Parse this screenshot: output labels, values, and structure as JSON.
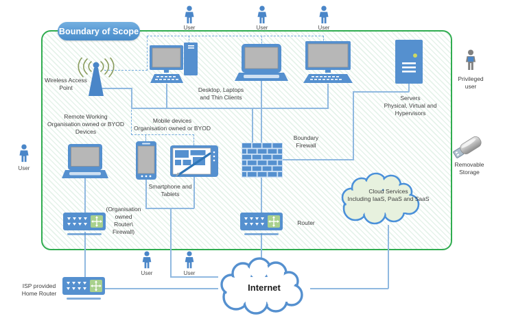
{
  "colors": {
    "boundary_green": "#2fac4f",
    "device_blue": "#5590cf",
    "person_blue": "#4a86c8",
    "connector_blue": "#8fb8e0",
    "dashed_blue": "#72a9dc",
    "cloud_services_fill": "#e7f1de",
    "cloud_stroke": "#4a90d9",
    "router_led_green": "#a9d18e",
    "screen_gray": "#b7b7b7"
  },
  "badge": {
    "label": "Boundary of Scope"
  },
  "labels": {
    "wap": "Wireless Access\nPoint",
    "desktops": "Desktop, Laptops\nand Thin Clients",
    "remote_working": "Remote Working\nOrganisation owned or BYOD\nDevices",
    "mobile_devices": "Mobile devices\nOrganisation owned or BYOD",
    "smartphone_tablets": "Smartphone and\nTablets",
    "servers": "Servers\nPhysical, Virtual and\nHypervisors",
    "boundary_firewall": "Boundary\nFirewall",
    "router": "Router",
    "org_router": "(Organisation\nowned\nRouter\\\nFirewall)",
    "isp_router": "ISP provided\nHome Router",
    "privileged_user": "Privileged\nuser",
    "removable_storage": "Removable\nStorage",
    "cloud_services": "Cloud Services\nIncluding IaaS, PaaS and SaaS",
    "internet": "Internet"
  },
  "users": [
    {
      "label": "User"
    },
    {
      "label": "User"
    },
    {
      "label": "User"
    },
    {
      "label": "User"
    },
    {
      "label": "User"
    },
    {
      "label": "User"
    }
  ]
}
